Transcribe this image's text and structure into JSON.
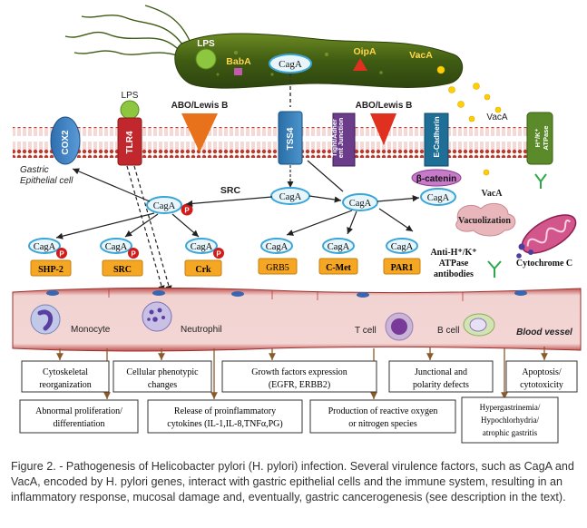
{
  "bacterium": {
    "lps": "LPS",
    "baba": "BabA",
    "caga": "CagA",
    "oipa": "OipA",
    "vaca": "VacA"
  },
  "membrane": {
    "cox2": "COX2",
    "lps": "LPS",
    "tlr4": "TLR4",
    "abo_left": "ABO/Lewis B",
    "tss4": "TSS4",
    "abo_right": "ABO/Lewis B",
    "tight_line1": "Tight/Adher",
    "tight_line2": "ent Junction",
    "ecadherin": "E-Cadherin",
    "atpase_line1": "H⁺/K⁺",
    "atpase_line2": "ATPase",
    "vaca_float": "VacA"
  },
  "cell": {
    "label_line1": "Gastric",
    "label_line2": "Epithelial cell",
    "src": "SRC",
    "caga": "CagA",
    "p": "P",
    "beta_catenin": "β-catenin",
    "vaca": "VacA",
    "vacuolization": "Vacuolization",
    "anti_line1": "Anti-H⁺/K⁺",
    "anti_line2": "ATPase",
    "anti_line3": "antibodies",
    "cytochrome": "Cytochrome C",
    "targets": [
      "SHP-2",
      "SRC",
      "Crk",
      "GRB5",
      "C-Met",
      "PAR1"
    ]
  },
  "blood": {
    "monocyte": "Monocyte",
    "neutrophil": "Neutrophil",
    "tcell": "T cell",
    "bcell": "B cell",
    "vessel": "Blood vessel"
  },
  "outcomes": {
    "cytoskeletal_l1": "Cytoskeletal",
    "cytoskeletal_l2": "reorganization",
    "phenotypic_l1": "Cellular phenotypic",
    "phenotypic_l2": "changes",
    "growth_l1": "Growth factors expression",
    "growth_l2": "(EGFR, ERBB2)",
    "junctional_l1": "Junctional and",
    "junctional_l2": "polarity defects",
    "apoptosis_l1": "Apoptosis/",
    "apoptosis_l2": "cytotoxicity",
    "abnormal_l1": "Abnormal proliferation/",
    "abnormal_l2": "differentiation",
    "release_l1": "Release of proinflammatory",
    "release_l2": "cytokines (IL-1,IL-8,TNFα,PG)",
    "ros_l1": "Production of reactive oxygen",
    "ros_l2": "or nitrogen species",
    "hyper_l1": "Hypergastrinemia/",
    "hyper_l2": "Hypochlorhydria/",
    "hyper_l3": "atrophic gastritis"
  },
  "caption": "Figure 2. - Pathogenesis of Helicobacter pylori (H. pylori) infection. Several virulence factors, such as CagA and VacA, encoded by H. pylori genes, interact with gastric epithelial cells and the immune system, resulting in an inflammatory response, mucosal damage and, eventually, gastric cancerogenesis (see description in the text).",
  "colors": {
    "membrane": "#b52a2a",
    "bacterium": "#4f6e18",
    "caga_fill": "#e8f6fb",
    "caga_stroke": "#3aa6d8",
    "p_badge": "#d11a1a",
    "target_box": "#f5a623",
    "blood_vessel": "#f0c8c6",
    "triangle": "#e8721c"
  }
}
